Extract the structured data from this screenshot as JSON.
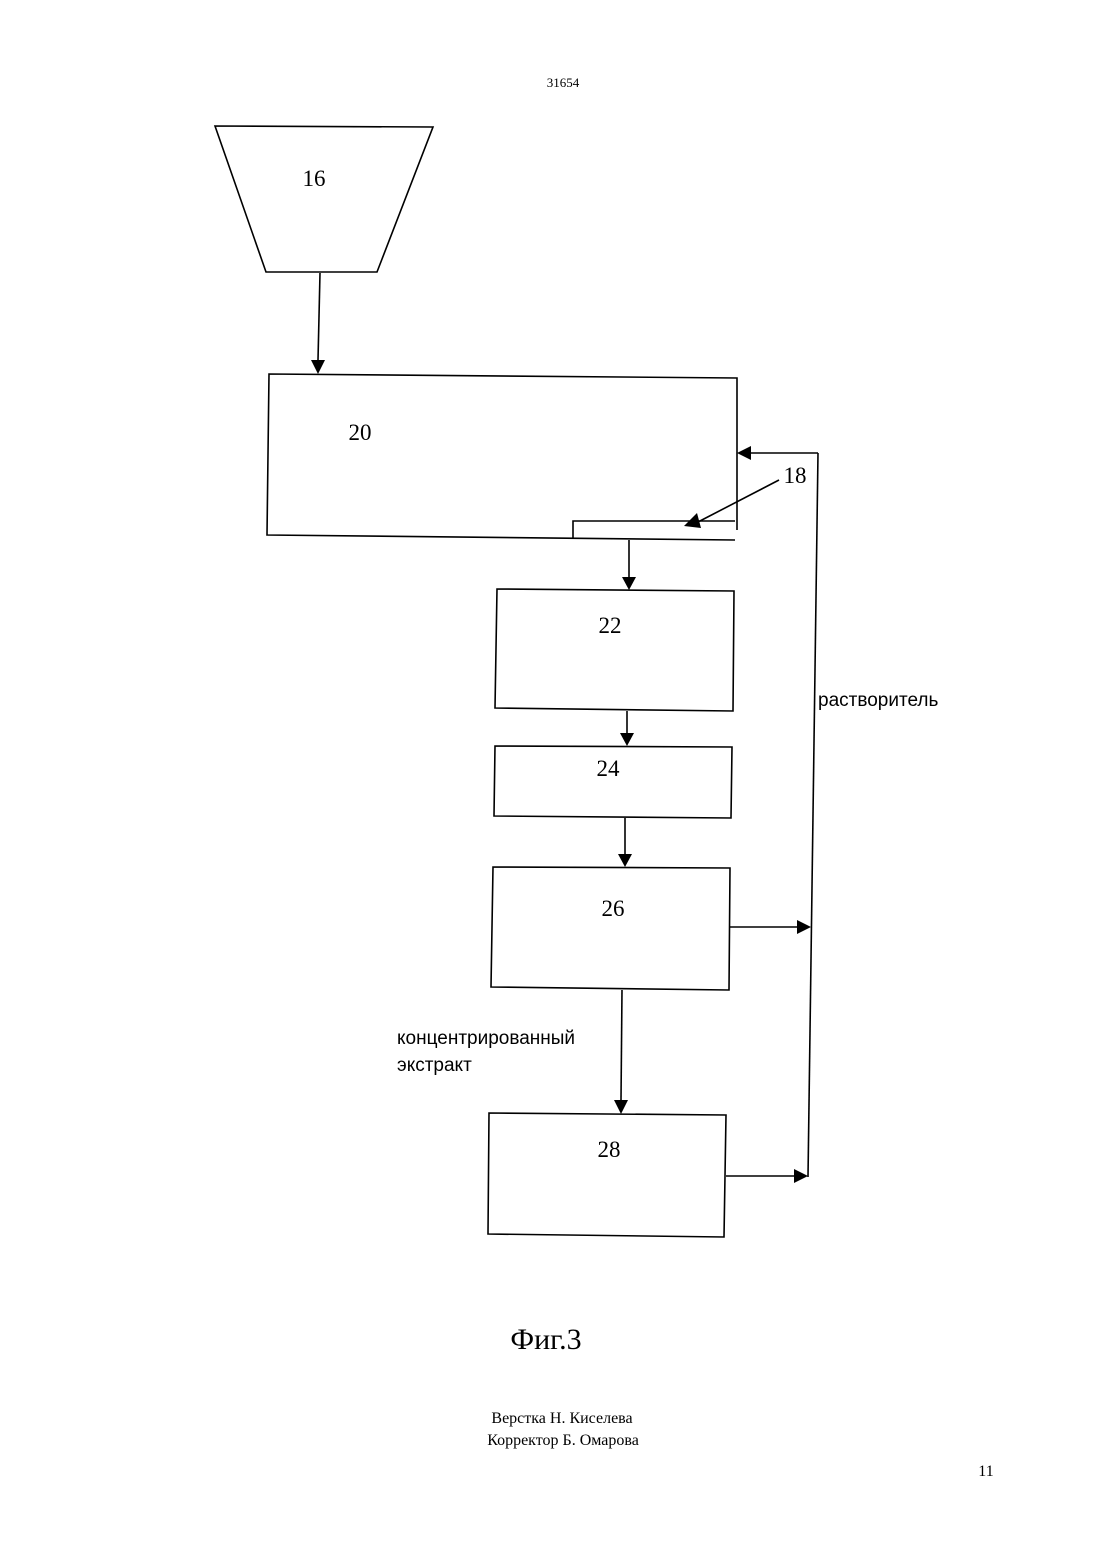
{
  "header": {
    "doc_number": "31654"
  },
  "diagram": {
    "hopper_label": "16",
    "extractor_label": "20",
    "solvent_inlet_label": "18",
    "box_22_label": "22",
    "box_24_label": "24",
    "box_26_label": "26",
    "box_28_label": "28",
    "solvent_label": "растворитель",
    "extract_label_line1": "концентрированный",
    "extract_label_line2": "экстракт"
  },
  "caption": {
    "figure": "Фиг.3"
  },
  "footer": {
    "layout_credit": "Верстка Н. Киселева",
    "proof_credit": "Корректор Б. Омарова",
    "page_number": "11"
  }
}
